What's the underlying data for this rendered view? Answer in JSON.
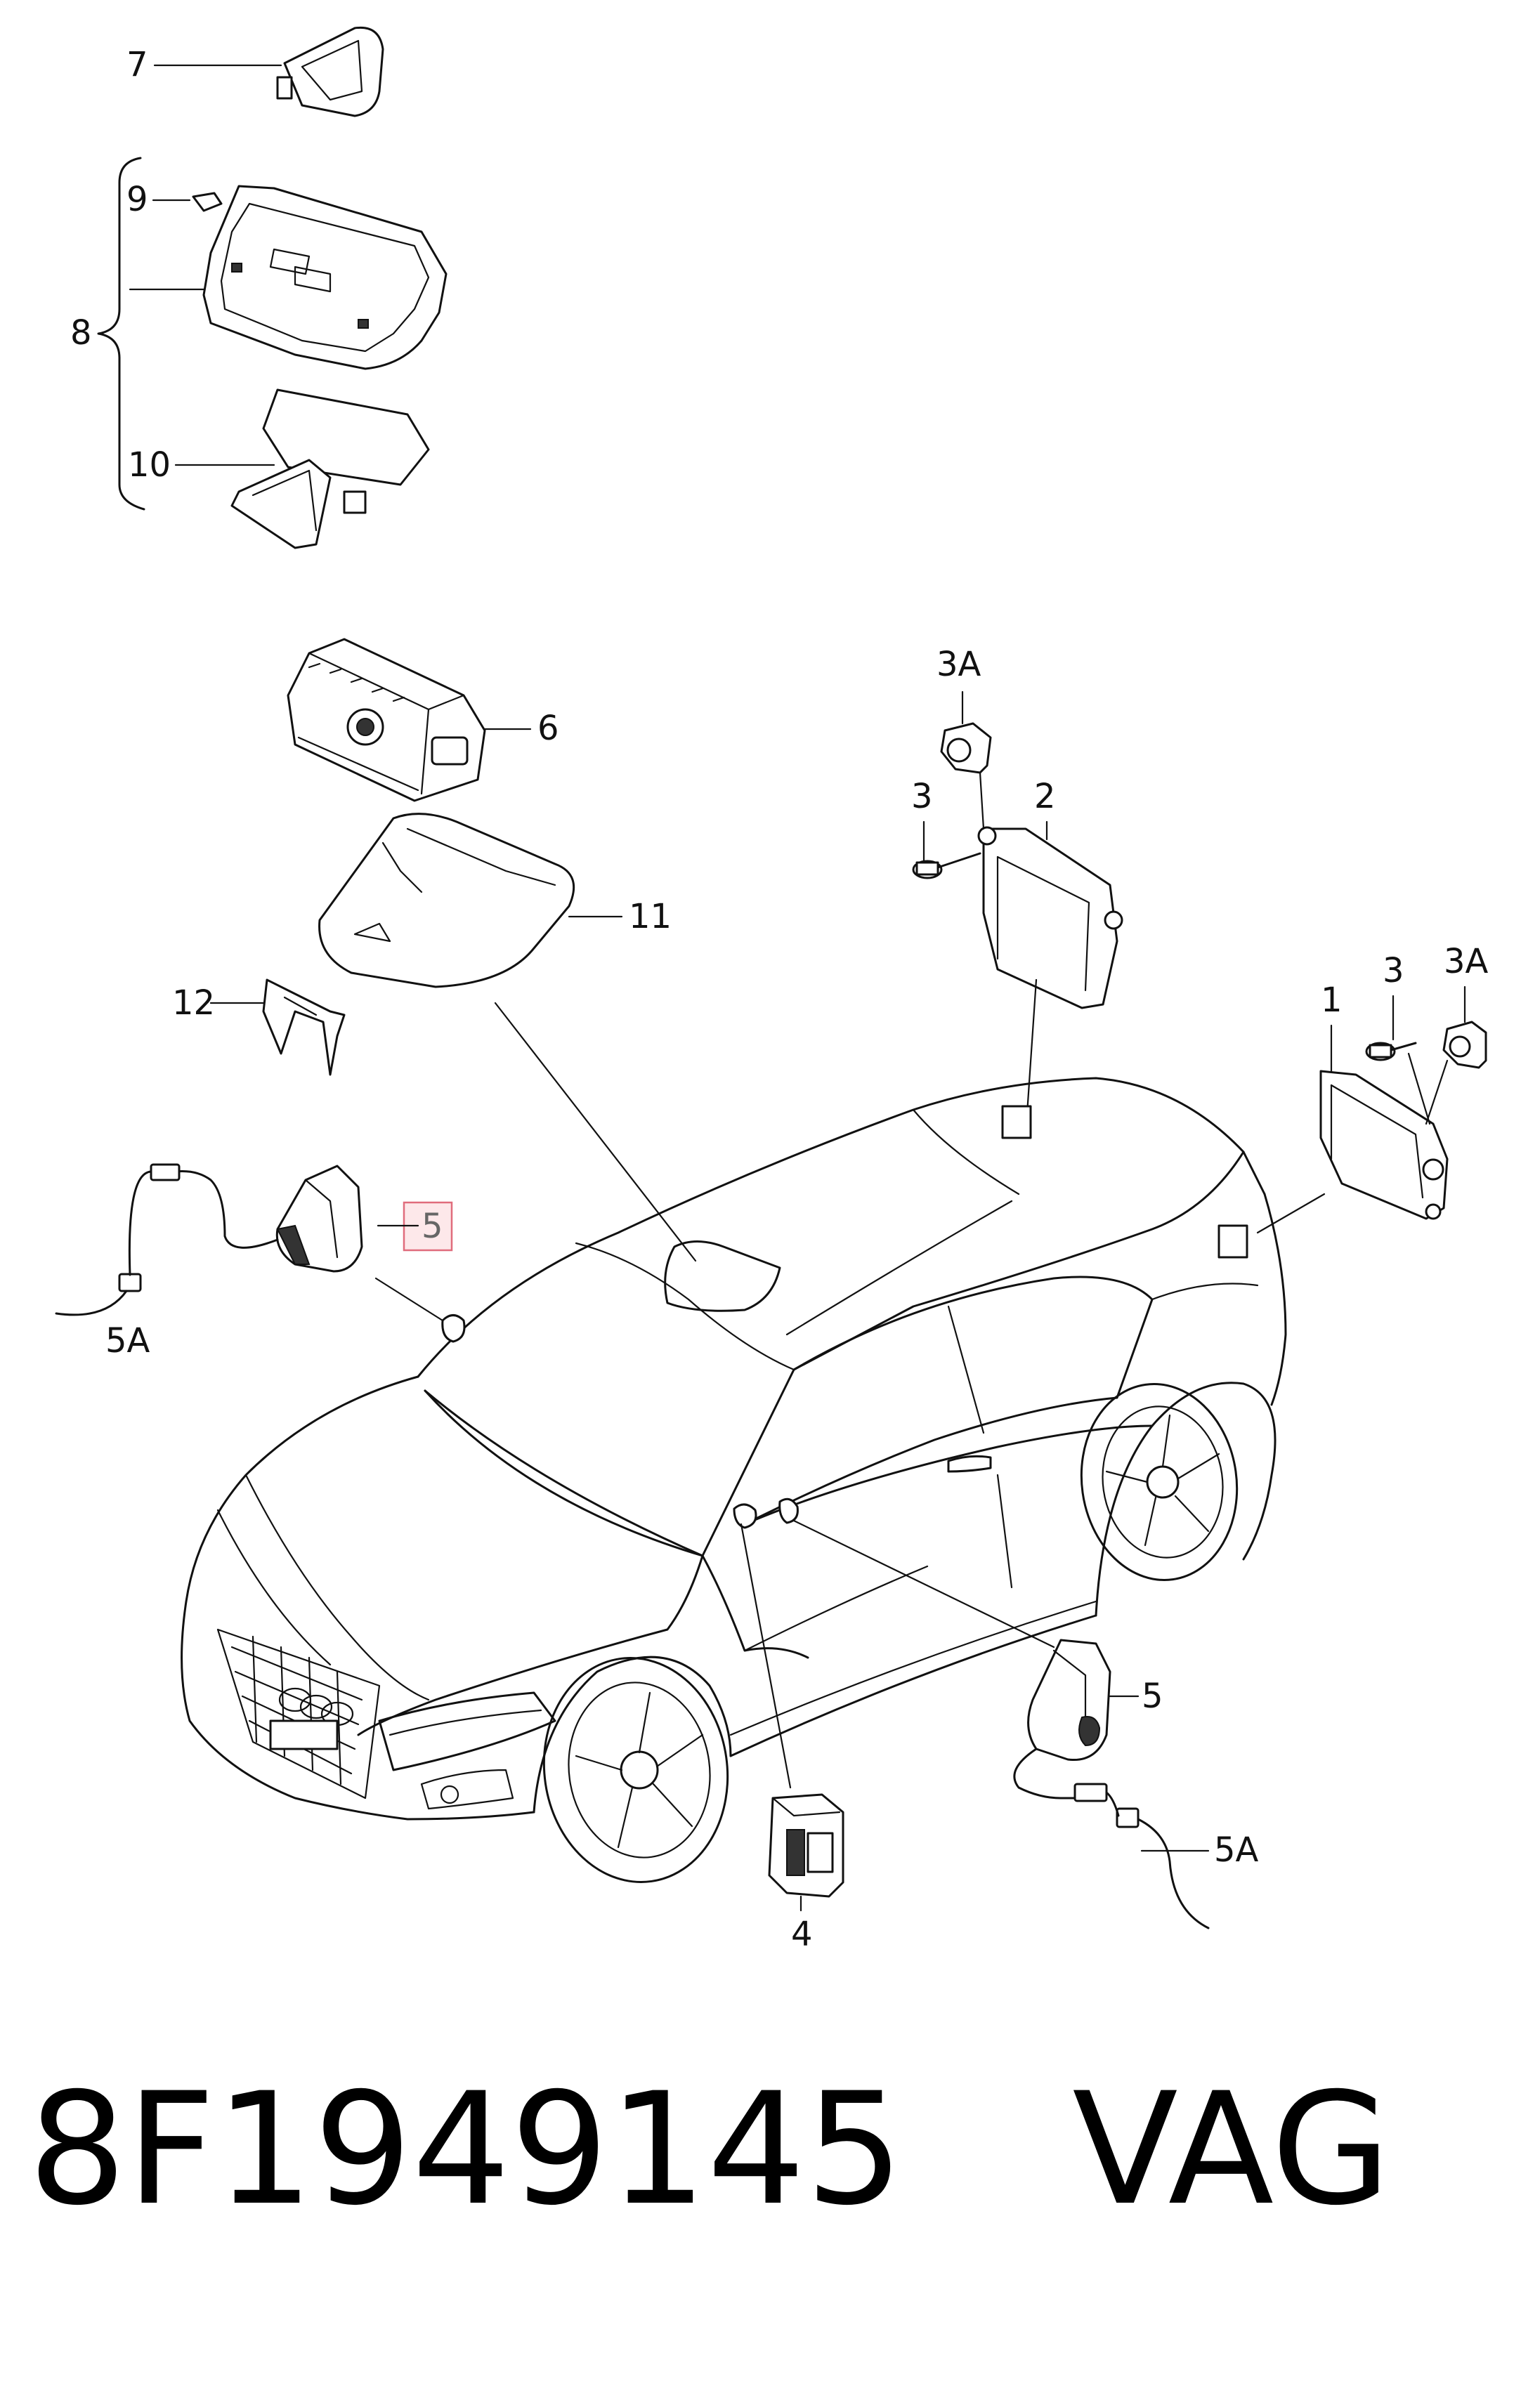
{
  "diagram": {
    "callouts": {
      "c7": "7",
      "c9": "9",
      "c8": "8",
      "c10": "10",
      "c6": "6",
      "c11": "11",
      "c12": "12",
      "c5_left": "5",
      "c5a_left": "5A",
      "c3a_top": "3A",
      "c3_top": "3",
      "c2": "2",
      "c1": "1",
      "c3_right": "3",
      "c3a_right": "3A",
      "c5_right": "5",
      "c5a_right": "5A",
      "c4": "4"
    },
    "highlight_color": "#e06c7c"
  },
  "footer": {
    "part_number": "8F1949145",
    "brand": "VAG"
  }
}
